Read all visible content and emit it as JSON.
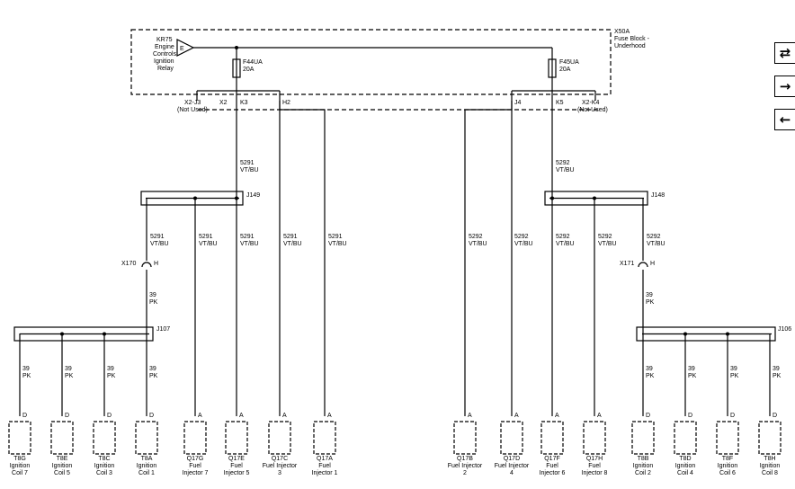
{
  "relay": {
    "name": "KR75",
    "desc": [
      "Engine",
      "Controls",
      "Ignition",
      "Relay"
    ],
    "pin": "E"
  },
  "fuse_block": {
    "name": "X50A",
    "desc": [
      "Fuse Block -",
      "Underhood"
    ]
  },
  "fuses": [
    {
      "name": "F44UA",
      "rating": "20A"
    },
    {
      "name": "F45UA",
      "rating": "20A"
    }
  ],
  "fuse_pins": {
    "x2_j3": "X2-J3",
    "x2_j3_note": "(Not Used)",
    "x2": "X2",
    "k3": "K3",
    "h2": "H2",
    "j4": "J4",
    "k5": "K5",
    "x2_k4": "X2-K4",
    "x2_k4_note": "(Not Used)"
  },
  "splices": {
    "j149": "J149",
    "j148": "J148",
    "j107": "J107",
    "j106": "J106"
  },
  "inline": {
    "x170": "X170",
    "x170_pin": "H",
    "x171": "X171",
    "x171_pin": "H"
  },
  "wires": {
    "c5291": "5291",
    "c5292": "5292",
    "color_vtbu": "VT/BU",
    "c39": "39",
    "color_pk": "PK"
  },
  "components": [
    {
      "pin": "D",
      "id": "T8G",
      "desc": [
        "Ignition",
        "Coil 7"
      ]
    },
    {
      "pin": "D",
      "id": "T8E",
      "desc": [
        "Ignition",
        "Coil 5"
      ]
    },
    {
      "pin": "D",
      "id": "T8C",
      "desc": [
        "Ignition",
        "Coil 3"
      ]
    },
    {
      "pin": "D",
      "id": "T8A",
      "desc": [
        "Ignition",
        "Coil 1"
      ]
    },
    {
      "pin": "A",
      "id": "Q17G",
      "desc": [
        "Fuel",
        "Injector 7"
      ]
    },
    {
      "pin": "A",
      "id": "Q17E",
      "desc": [
        "Fuel",
        "Injector 5"
      ]
    },
    {
      "pin": "A",
      "id": "Q17C",
      "desc": [
        "Fuel Injector",
        "3"
      ]
    },
    {
      "pin": "A",
      "id": "Q17A",
      "desc": [
        "Fuel",
        "Injector 1"
      ]
    },
    {
      "pin": "A",
      "id": "Q17B",
      "desc": [
        "Fuel Injector",
        "2"
      ]
    },
    {
      "pin": "A",
      "id": "Q17D",
      "desc": [
        "Fuel Injector",
        "4"
      ]
    },
    {
      "pin": "A",
      "id": "Q17F",
      "desc": [
        "Fuel",
        "Injector 6"
      ]
    },
    {
      "pin": "A",
      "id": "Q17H",
      "desc": [
        "Fuel",
        "Injector 8"
      ]
    },
    {
      "pin": "D",
      "id": "T8B",
      "desc": [
        "Ignition",
        "Coil 2"
      ]
    },
    {
      "pin": "D",
      "id": "T8D",
      "desc": [
        "Ignition",
        "Coil 4"
      ]
    },
    {
      "pin": "D",
      "id": "T8F",
      "desc": [
        "Ignition",
        "Coil 6"
      ]
    },
    {
      "pin": "D",
      "id": "T8H",
      "desc": [
        "Ignition",
        "Coil 8"
      ]
    }
  ],
  "side_buttons": [
    {
      "name": "network-icon",
      "glyph": "⇄"
    },
    {
      "name": "arrow-right-icon",
      "glyph": "→"
    },
    {
      "name": "arrow-left-icon",
      "glyph": "←"
    }
  ]
}
